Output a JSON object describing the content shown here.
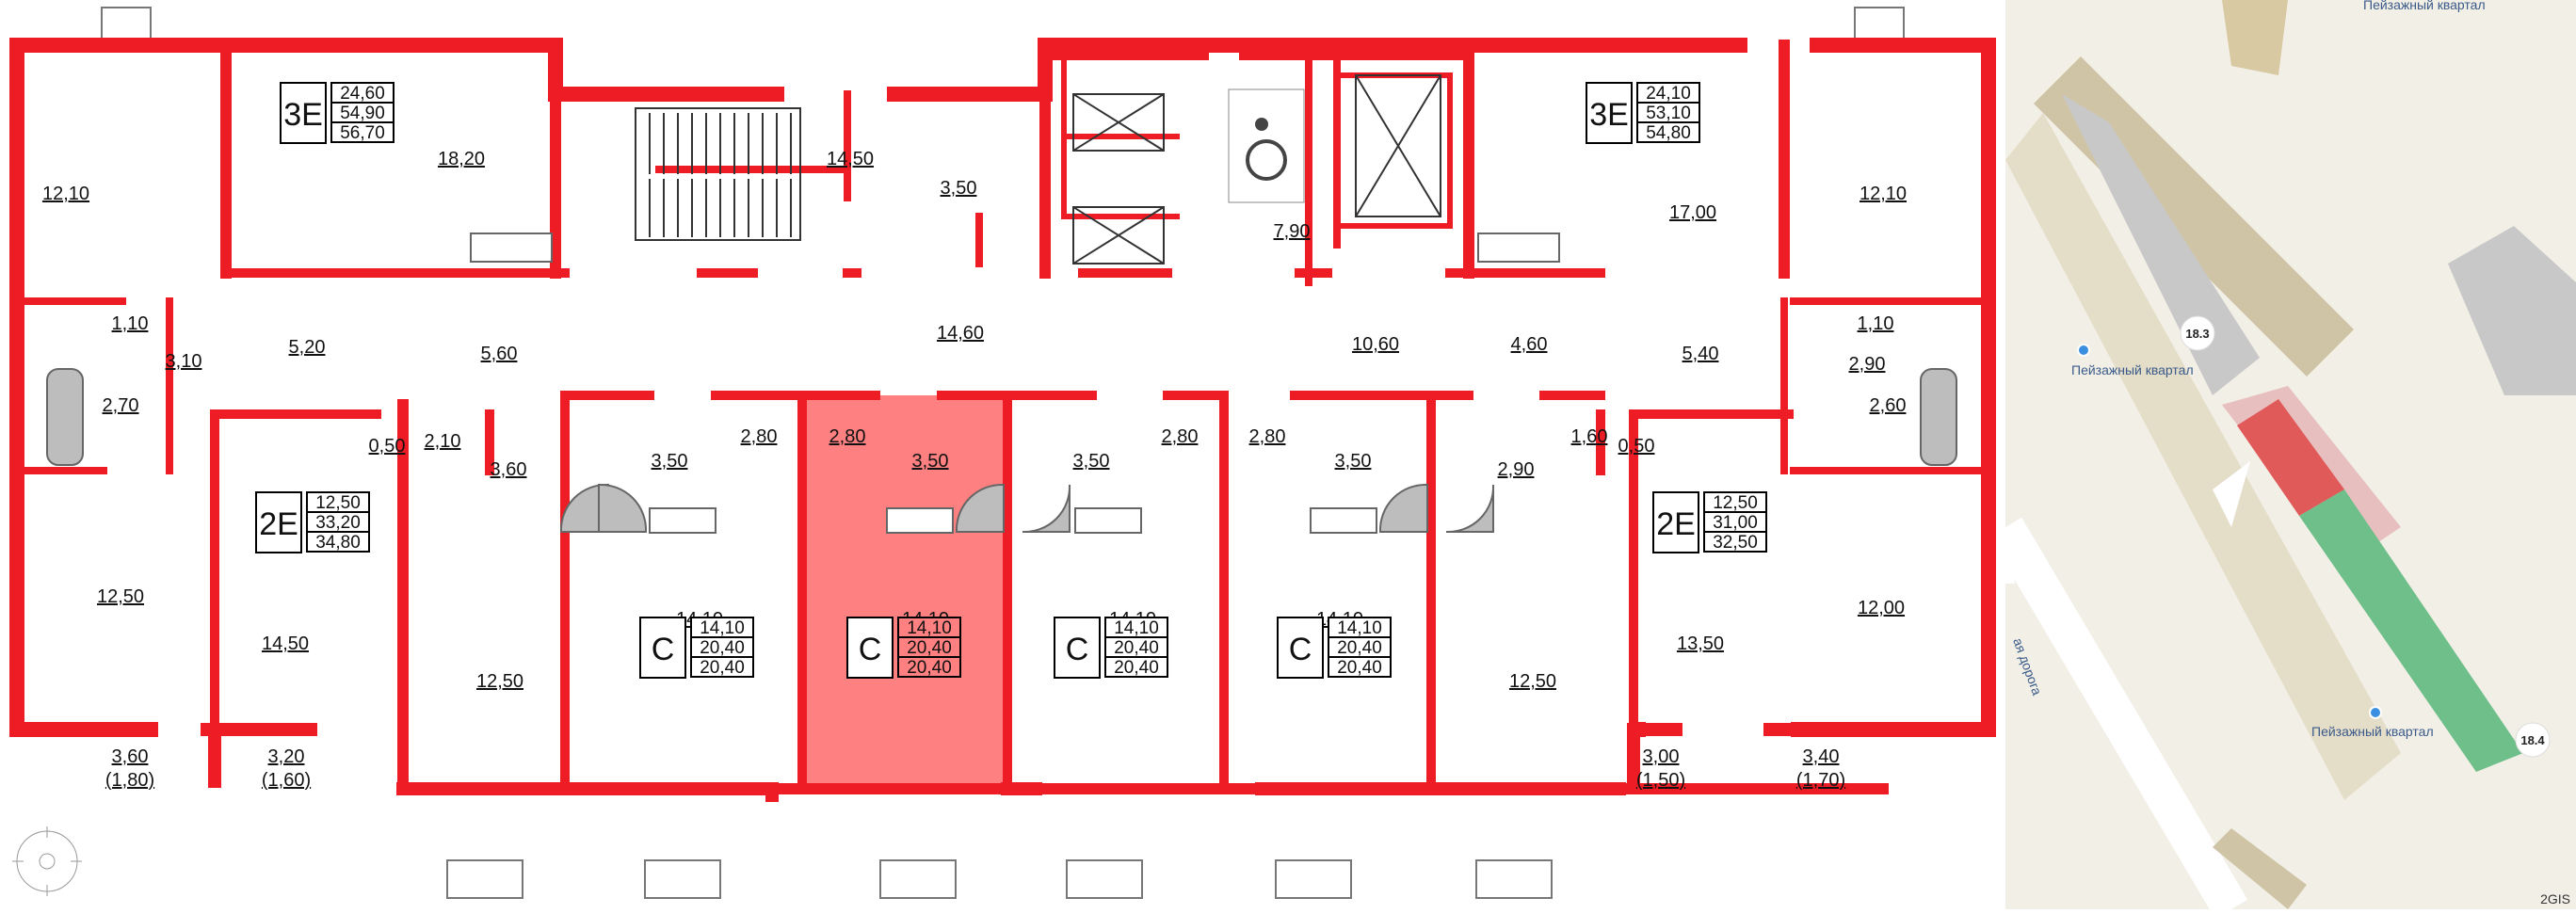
{
  "colors": {
    "wall": "#ee1c25",
    "selected": "#ff8080",
    "map_bg": "#f2efe6",
    "green": "#6fbf8a",
    "building": "#cfc4a6",
    "gray_building": "#c8c8c8"
  },
  "compass": {
    "icon": "compass-icon"
  },
  "rooms": [
    {
      "id": "r1",
      "area": "12,10"
    },
    {
      "id": "r2",
      "area": "18,20"
    },
    {
      "id": "r3",
      "area": "14,50"
    },
    {
      "id": "r4",
      "area": "3,50"
    },
    {
      "id": "r5",
      "area": "7,90"
    },
    {
      "id": "r6",
      "area": "17,00"
    },
    {
      "id": "r7",
      "area": "12,10"
    },
    {
      "id": "r8",
      "area": "1,10"
    },
    {
      "id": "r9",
      "area": "3,10"
    },
    {
      "id": "r10",
      "area": "2,70"
    },
    {
      "id": "r11",
      "area": "5,20"
    },
    {
      "id": "r12",
      "area": "5,60"
    },
    {
      "id": "r13",
      "area": "14,60"
    },
    {
      "id": "r14",
      "area": "10,60"
    },
    {
      "id": "r15",
      "area": "4,60"
    },
    {
      "id": "r16",
      "area": "5,40"
    },
    {
      "id": "r17",
      "area": "2,90"
    },
    {
      "id": "r18",
      "area": "1,10"
    },
    {
      "id": "r19",
      "area": "2,60"
    },
    {
      "id": "r20",
      "area": "0,50"
    },
    {
      "id": "r21",
      "area": "2,10"
    },
    {
      "id": "r22",
      "area": "3,60"
    },
    {
      "id": "r23",
      "area": "3,50"
    },
    {
      "id": "r24",
      "area": "2,80"
    },
    {
      "id": "r25",
      "area": "2,80"
    },
    {
      "id": "r26",
      "area": "3,50"
    },
    {
      "id": "r27",
      "area": "3,50"
    },
    {
      "id": "r28",
      "area": "2,80"
    },
    {
      "id": "r29",
      "area": "2,80"
    },
    {
      "id": "r30",
      "area": "3,50"
    },
    {
      "id": "r31",
      "area": "2,90"
    },
    {
      "id": "r32",
      "area": "1,60"
    },
    {
      "id": "r33",
      "area": "0,50"
    },
    {
      "id": "r34",
      "area": "12,50"
    },
    {
      "id": "r35",
      "area": "14,50"
    },
    {
      "id": "r36",
      "area": "12,50"
    },
    {
      "id": "r37",
      "area": "14,10"
    },
    {
      "id": "r38",
      "area": "14,10"
    },
    {
      "id": "r39",
      "area": "14,10"
    },
    {
      "id": "r40",
      "area": "14,10"
    },
    {
      "id": "r41",
      "area": "12,50"
    },
    {
      "id": "r42",
      "area": "13,50"
    },
    {
      "id": "r43",
      "area": "12,00"
    },
    {
      "id": "b1",
      "area": "3,60",
      "sub": "(1,80)"
    },
    {
      "id": "b2",
      "area": "3,20",
      "sub": "(1,60)"
    },
    {
      "id": "b3",
      "area": "3,00",
      "sub": "(1,50)"
    },
    {
      "id": "b4",
      "area": "3,40",
      "sub": "(1,70)"
    }
  ],
  "apartments": [
    {
      "id": "a1",
      "code": "3Е",
      "v": [
        "24,60",
        "54,90",
        "56,70"
      ]
    },
    {
      "id": "a2",
      "code": "3Е",
      "v": [
        "24,10",
        "53,10",
        "54,80"
      ]
    },
    {
      "id": "a3",
      "code": "2Е",
      "v": [
        "12,50",
        "33,20",
        "34,80"
      ]
    },
    {
      "id": "a4",
      "code": "2Е",
      "v": [
        "12,50",
        "31,00",
        "32,50"
      ]
    },
    {
      "id": "a5",
      "code": "С",
      "v": [
        "14,10",
        "20,40",
        "20,40"
      ]
    },
    {
      "id": "a6",
      "code": "С",
      "v": [
        "14,10",
        "20,40",
        "20,40"
      ],
      "selected": true
    },
    {
      "id": "a7",
      "code": "С",
      "v": [
        "14,10",
        "20,40",
        "20,40"
      ]
    },
    {
      "id": "a8",
      "code": "С",
      "v": [
        "14,10",
        "20,40",
        "20,40"
      ]
    }
  ],
  "map": {
    "labels": [
      {
        "id": "m1",
        "text": "Пейзажный квартал"
      },
      {
        "id": "m2",
        "text": "Пейзажный квартал"
      },
      {
        "id": "m3",
        "text": "Пейзажный квартал"
      },
      {
        "id": "m4",
        "text": "ая дорога"
      }
    ],
    "badges": [
      {
        "id": "bd1",
        "text": "18.3"
      },
      {
        "id": "bd2",
        "text": "18.4"
      }
    ],
    "attribution": "2GIS"
  }
}
